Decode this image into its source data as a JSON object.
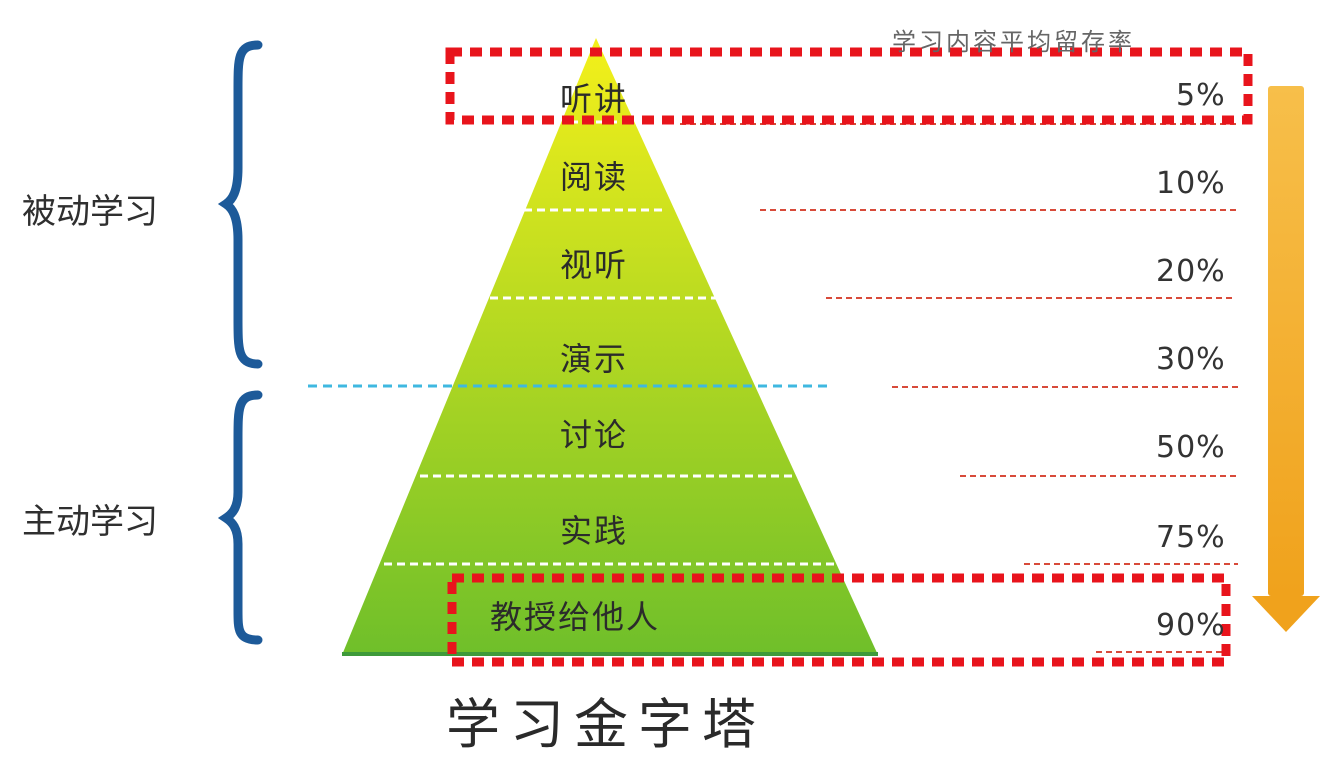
{
  "header": "学习内容平均留存率",
  "title": "学习金字塔",
  "groups": {
    "passive": "被动学习",
    "active": "主动学习"
  },
  "layers": [
    {
      "label": "听讲",
      "percent": "5%"
    },
    {
      "label": "阅读",
      "percent": "10%"
    },
    {
      "label": "视听",
      "percent": "20%"
    },
    {
      "label": "演示",
      "percent": "30%"
    },
    {
      "label": "讨论",
      "percent": "50%"
    },
    {
      "label": "实践",
      "percent": "75%"
    },
    {
      "label": "教授给他人",
      "percent": "90%"
    }
  ],
  "colors": {
    "pyramid_top": "#f4f01a",
    "pyramid_bottom": "#6fbf2a",
    "brace": "#1d5a99",
    "highlight_box": "#e8141c",
    "row_line": "#d84a3a",
    "divider": "#3fb8e0",
    "arrow": "#f0a21c"
  }
}
